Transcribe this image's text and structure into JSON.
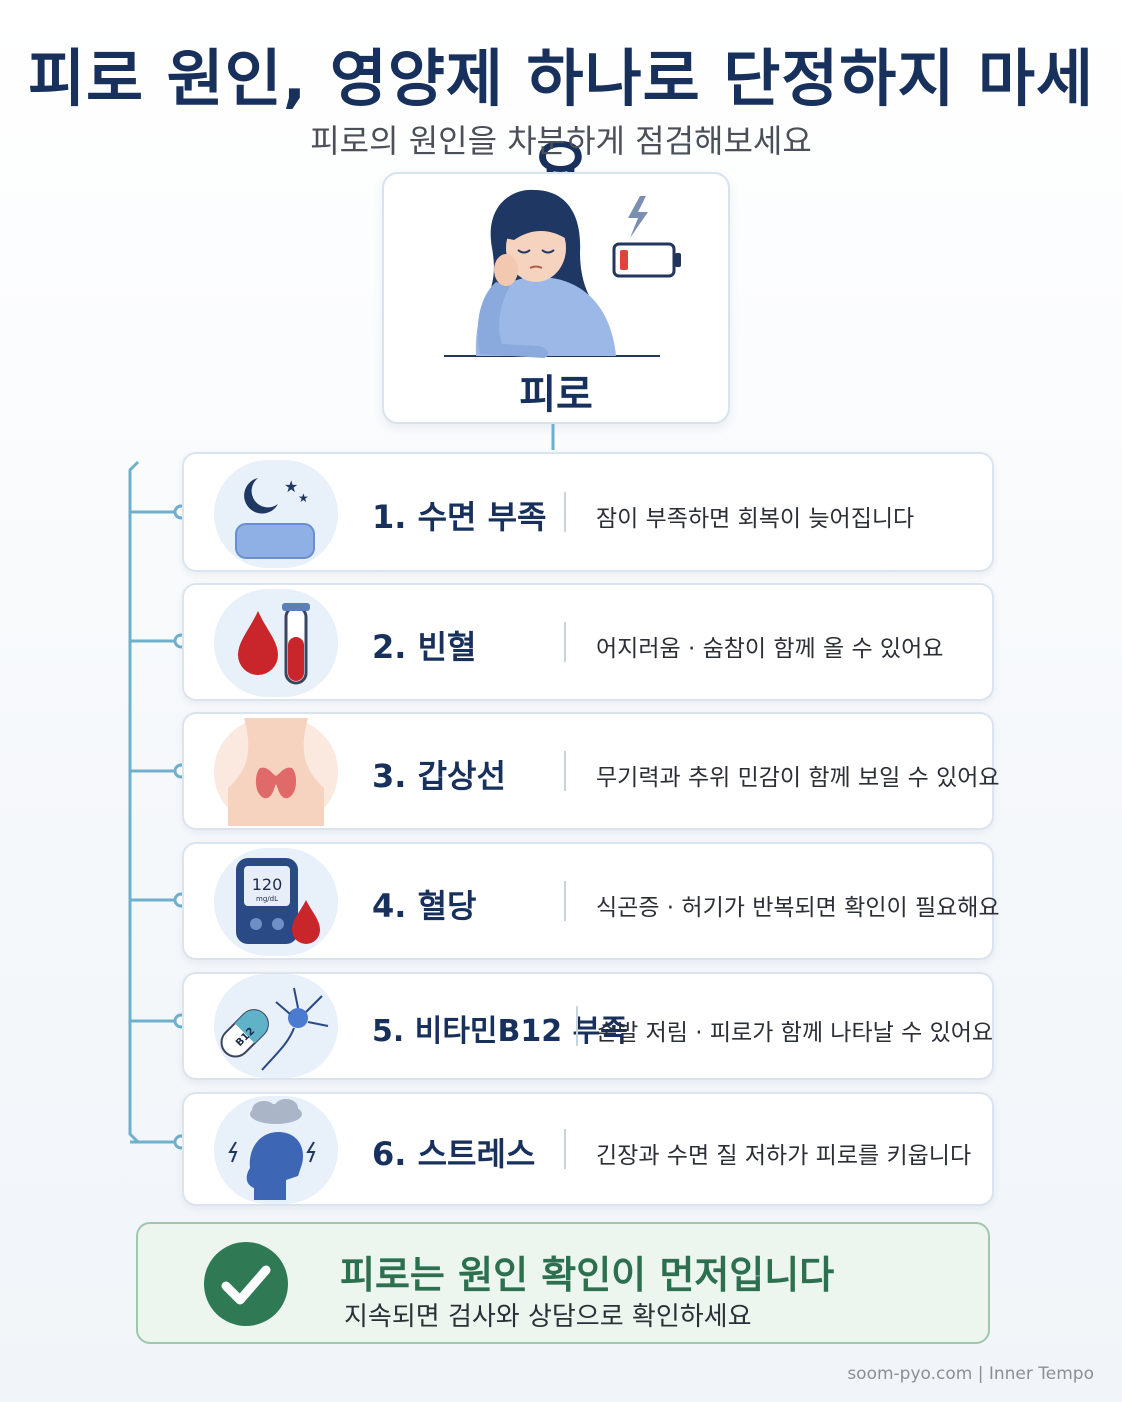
{
  "title": "피로 원인, 영양제 하나로 단정하지 마세요",
  "subtitle": "피로의 원인을 차분하게 점검해보세요",
  "hero": {
    "label": "피로"
  },
  "items": [
    {
      "title": "1. 수면 부족",
      "desc": "잠이 부족하면 회복이 늦어집니다",
      "icon": "moon-pillow-icon"
    },
    {
      "title": "2. 빈혈",
      "desc": "어지러움 · 숨참이 함께 올 수 있어요",
      "icon": "blood-drop-test-tube-icon"
    },
    {
      "title": "3. 갑상선",
      "desc": "무기력과 추위 민감이 함께 보일 수 있어요",
      "icon": "thyroid-neck-icon"
    },
    {
      "title": "4. 혈당",
      "desc": "식곤증 · 허기가 반복되면 확인이 필요해요",
      "icon": "glucose-meter-icon",
      "meter_value": "120",
      "meter_unit": "mg/dL"
    },
    {
      "title": "5. 비타민B12 부족",
      "desc": "손발 저림 · 피로가 함께 나타날 수 있어요",
      "icon": "capsule-neuron-icon",
      "capsule_label": "B12"
    },
    {
      "title": "6. 스트레스",
      "desc": "긴장과 수면 질 저하가 피로를 키웁니다",
      "icon": "stressed-head-cloud-icon"
    }
  ],
  "footer": {
    "title": "피로는 원인 확인이 먼저입니다",
    "subtitle": "지속되면 검사와 상담으로 확인하세요"
  },
  "credit": "soom-pyo.com | Inner Tempo",
  "colors": {
    "navy": "#17305c",
    "tree_line": "#6fb0cc",
    "green": "#2f7a55",
    "blood": "#c8262b"
  }
}
